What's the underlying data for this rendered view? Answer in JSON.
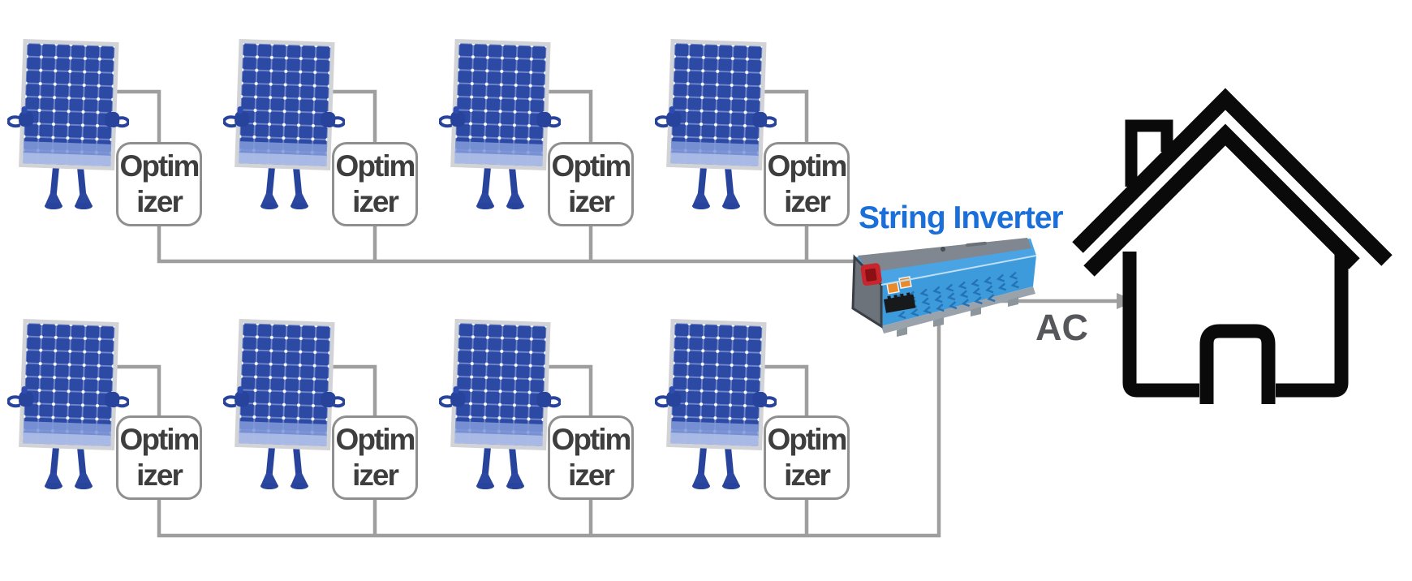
{
  "diagram": {
    "inverter_label": "String Inverter",
    "ac_label": "AC",
    "optimizer": {
      "line1": "Optim",
      "line2": "izer"
    },
    "colors": {
      "inverter_label_blue": "#1b6fd8",
      "wire_gray": "#9e9e9e",
      "optimizer_border_gray": "#8f8f8f",
      "optimizer_text_gray": "#3e3e3e",
      "ac_text_gray": "#56575a",
      "panel_blue": "#2c4aa4",
      "inverter_body_blue": "#3e9bdb",
      "inverter_top_gray": "#808790",
      "house_outline_black": "#0a0a0a"
    }
  }
}
